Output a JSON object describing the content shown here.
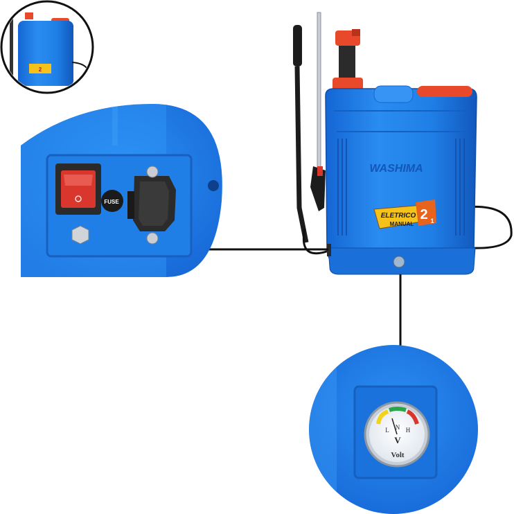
{
  "product": {
    "brand": "WASHIMA",
    "badge": {
      "line1": "ELETRICO",
      "line2": "MANUAL",
      "number": "2",
      "number_sub": "1"
    }
  },
  "switch_panel": {
    "fuse_label": "FUSE"
  },
  "gauge": {
    "label": "Volt",
    "marks": [
      "L",
      "N",
      "H"
    ],
    "unit": "V"
  },
  "colors": {
    "tank_blue": "#1f7fe6",
    "tank_dark": "#1560c4",
    "cap_red": "#e8492a",
    "switch_red": "#d9372e",
    "badge_yellow": "#f4c21b",
    "badge_orange": "#e8631c"
  }
}
